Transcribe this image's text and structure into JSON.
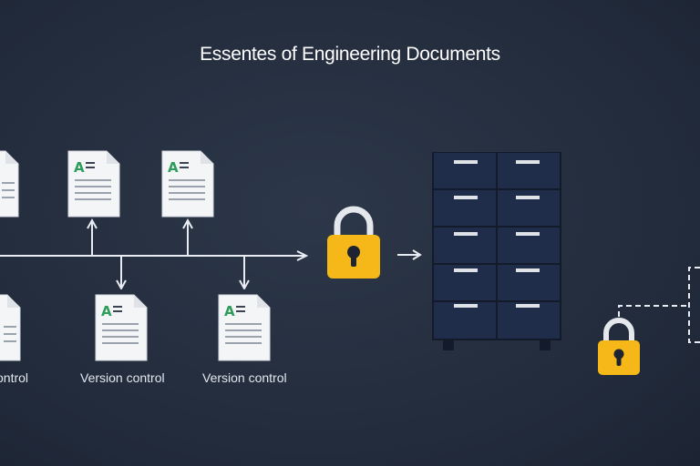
{
  "title": "Essentes of Engineering Documents",
  "captions": {
    "left_partial": "ontrol",
    "version_control_1": "Version control",
    "version_control_2": "Version control"
  },
  "doc_glyph": "A",
  "icons": {
    "document": "document-icon",
    "lock": "padlock-icon",
    "cabinet": "filing-cabinet-icon"
  },
  "colors": {
    "background": "#222b3b",
    "lock": "#f5b818",
    "doc_letter": "#2e9d5b",
    "cabinet": "#1f2d4a",
    "line": "#e9edf3"
  }
}
